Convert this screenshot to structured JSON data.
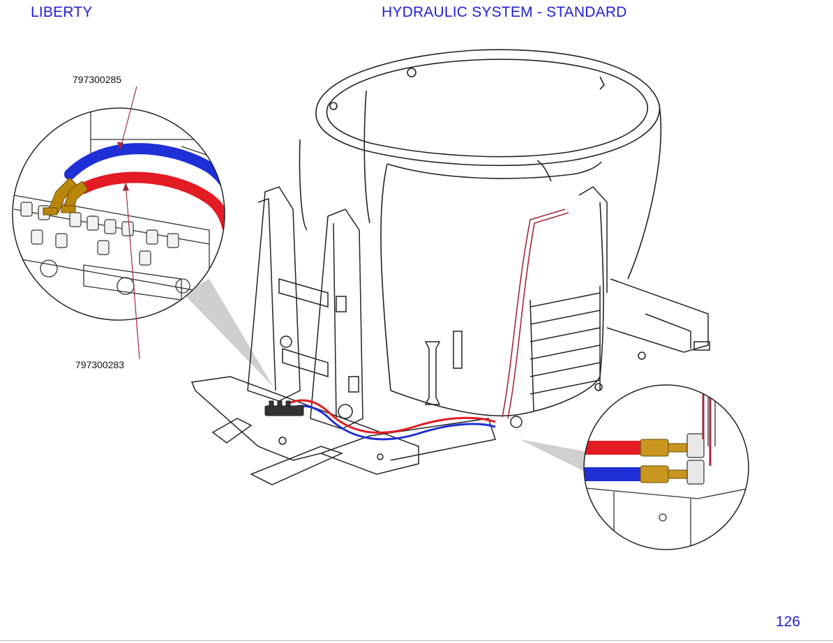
{
  "header": {
    "left_title": "LIBERTY",
    "right_title": "HYDRAULIC SYSTEM - STANDARD"
  },
  "callouts": [
    {
      "part_number": "797300285"
    },
    {
      "part_number": "797300283"
    }
  ],
  "footer": {
    "page_number": "126"
  },
  "colors": {
    "header_text": "#1f1fd6",
    "hose_pressure": "#e31b23",
    "hose_return": "#1f2fd6",
    "leader_line": "#a0283c",
    "line_art": "#222222",
    "callout_shadow": "#cfcfcf",
    "fitting_brass": "#b8860b"
  },
  "icons": {
    "detail_zoom_left": "hydraulic-valve-detail",
    "detail_zoom_right": "hose-fitting-detail"
  }
}
